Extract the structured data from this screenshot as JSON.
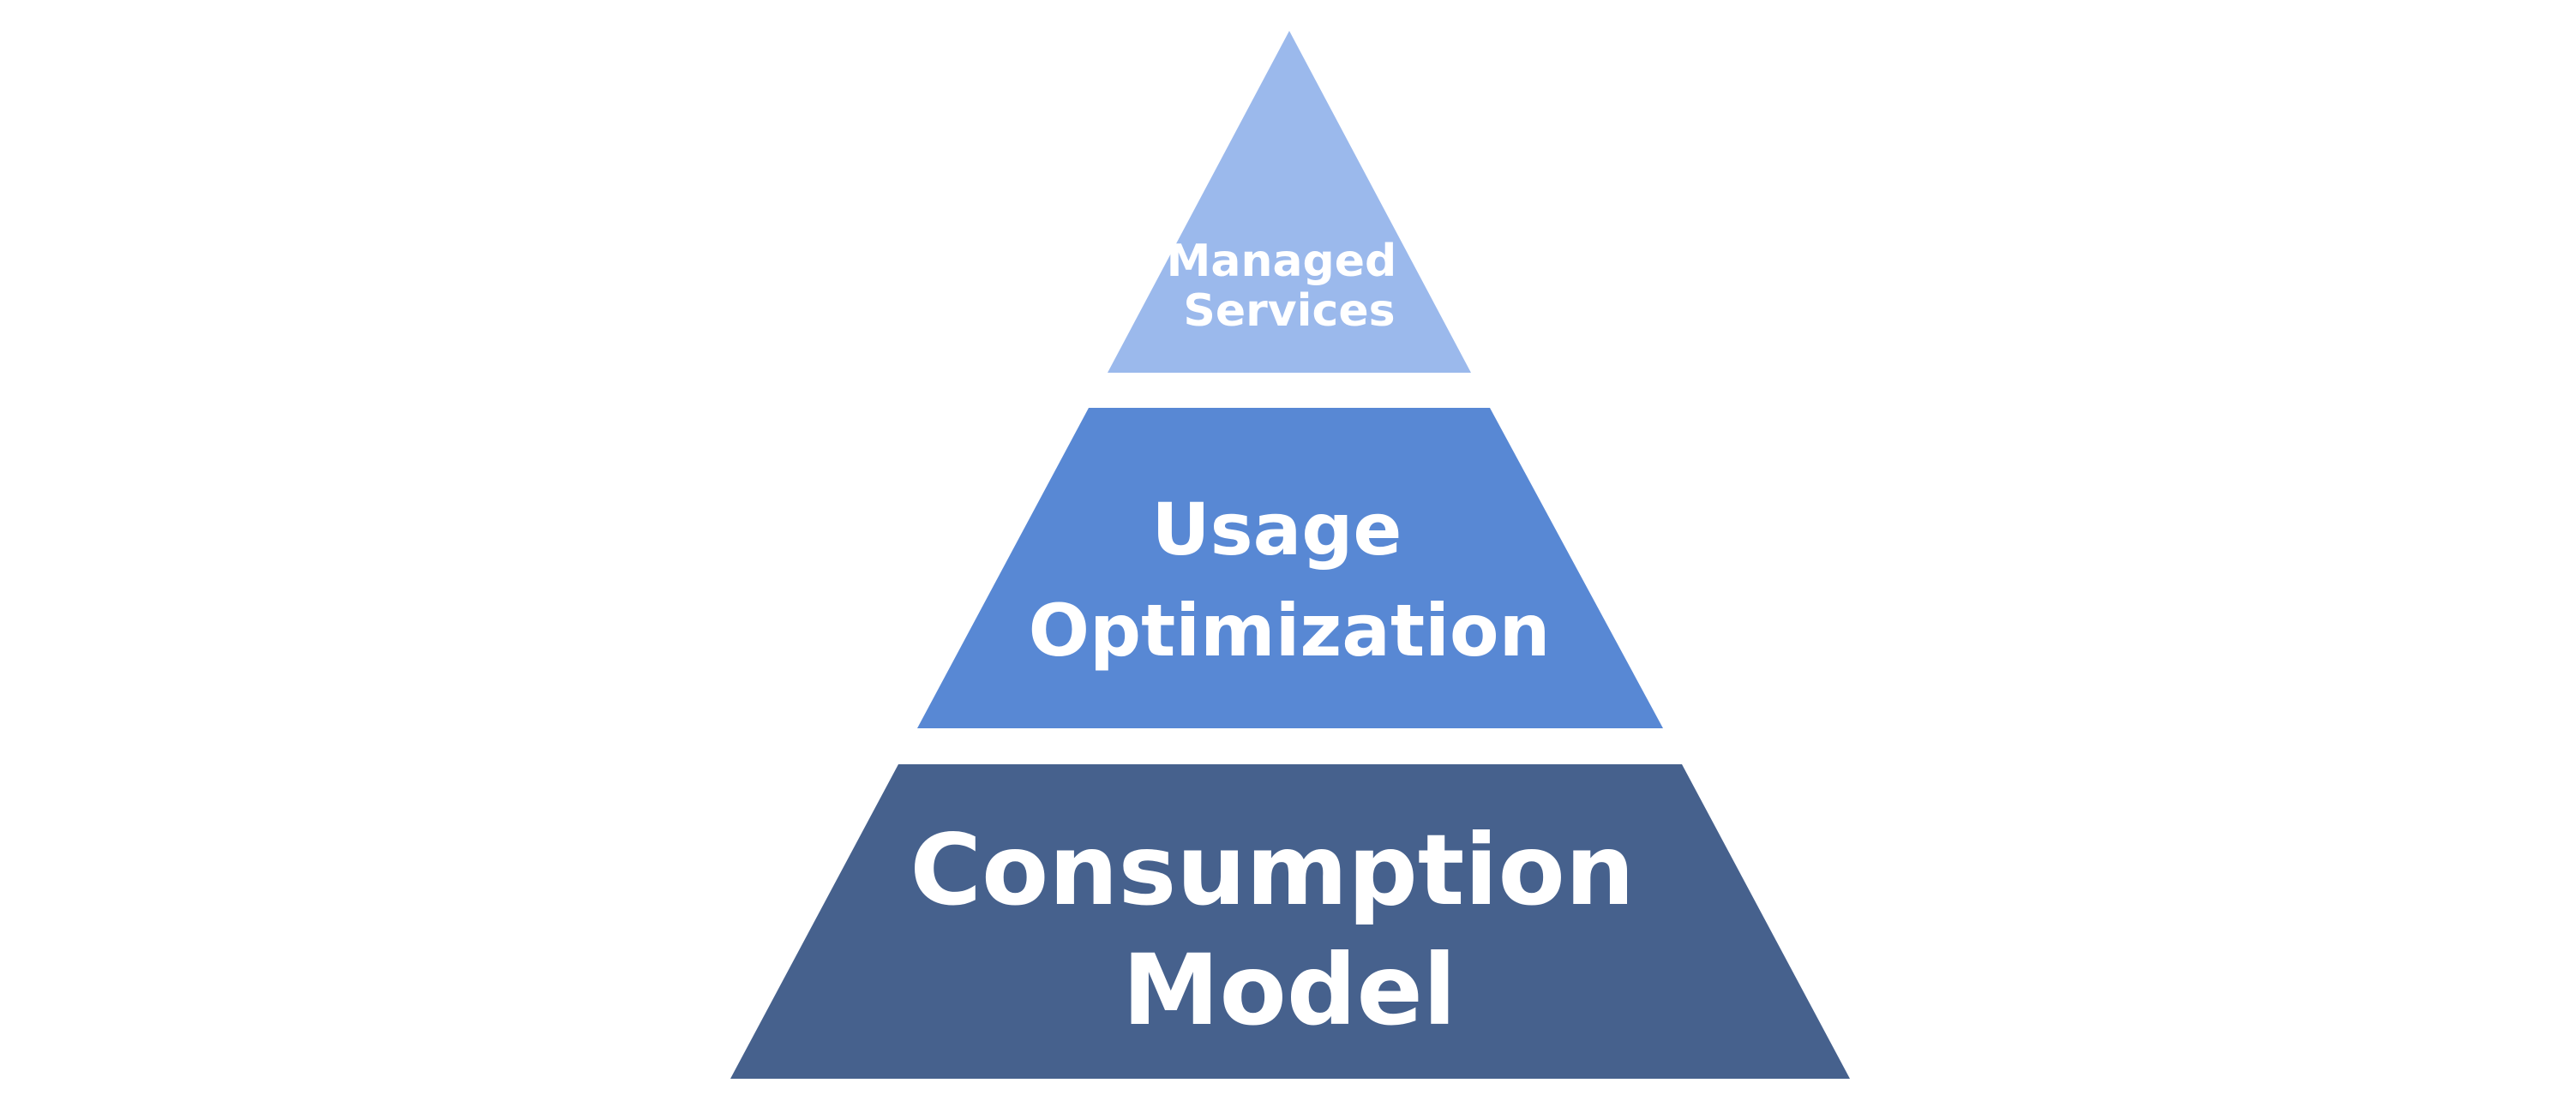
{
  "diagram": {
    "type": "pyramid",
    "tiers": [
      {
        "id": "top",
        "lines": [
          "Managed",
          "Services"
        ],
        "color": "#9bb9ec"
      },
      {
        "id": "middle",
        "lines": [
          "Usage",
          "Optimization"
        ],
        "color": "#5888d4"
      },
      {
        "id": "bottom",
        "lines": [
          "Consumption",
          "Model"
        ],
        "color": "#46618d"
      }
    ]
  }
}
